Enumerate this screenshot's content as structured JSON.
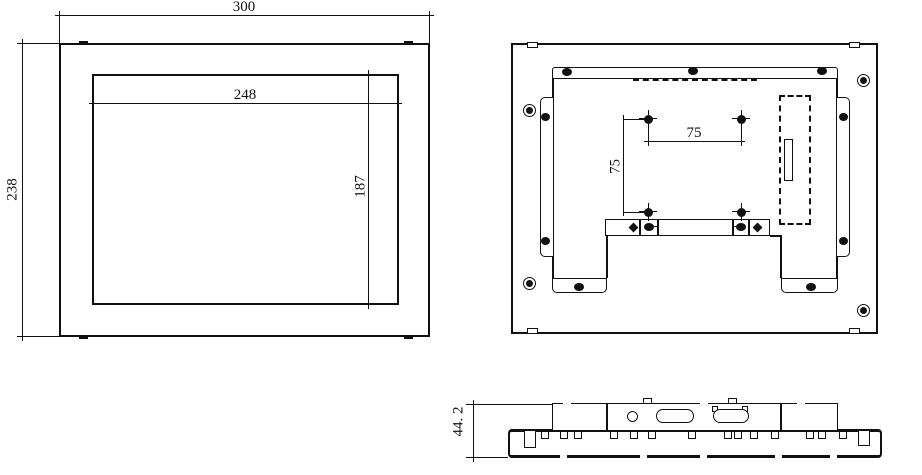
{
  "dimensions": {
    "front_overall_width": "300",
    "front_overall_height": "238",
    "display_area_width": "248",
    "display_area_height": "187",
    "vesa_spacing_horizontal": "75",
    "vesa_spacing_vertical": "75",
    "side_depth": "44. 2"
  },
  "colors": {
    "line": "#111111",
    "background": "#ffffff"
  }
}
